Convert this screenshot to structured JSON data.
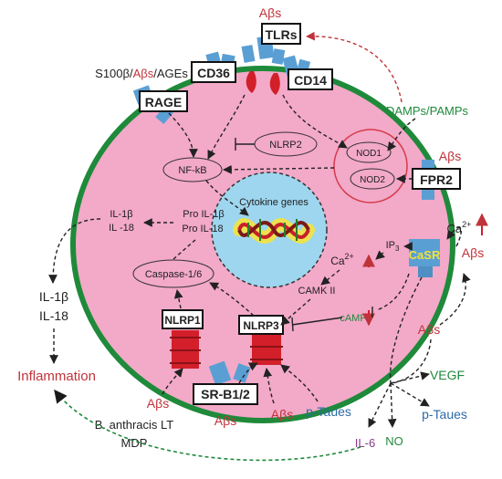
{
  "colors": {
    "cell_fill": "#f3a9c8",
    "membrane": "#1e8a3a",
    "nucleus": "#9ed6ef",
    "receptor_red": "#d21f2a",
    "receptor_blue": "#5a9fd4",
    "abeta_red": "#c0333a",
    "damps_green": "#1f8a3c",
    "ptaues_blue": "#2b6aa6"
  },
  "receptors": {
    "tlrs": "TLRs",
    "cd36": "CD36",
    "cd14": "CD14",
    "rage": "RAGE",
    "fpr2": "FPR2",
    "casr": "CaSR",
    "srb": "SR-B1/2",
    "nlrp1": "NLRP1",
    "nlrp3": "NLRP3"
  },
  "ligands": {
    "abeta_top": "Aβs",
    "rage_ligands": {
      "pre": "S100β/",
      "abeta": "Aβs",
      "post": "/AGEs"
    },
    "damps": "DAMPs/PAMPs",
    "abeta_fpr2": "Aβs",
    "abeta_casr": "Aβs",
    "abeta_right_low": "Aβs",
    "abeta_nlrp1": "Aβs",
    "bact": "B. anthracis LT",
    "mdp": "MDP",
    "abeta_srb": "Aβs",
    "abeta_nlrp3": "Aβs",
    "ptaues_nlrp3": "p-Taues"
  },
  "intracellular": {
    "nlrp2": "NLRP2",
    "nfkb": "NF-kB",
    "nod1": "NOD1",
    "nod2": "NOD2",
    "cytokine_genes": "Cytokine genes",
    "il1b": "IL-1β",
    "il18": "IL -18",
    "pro_il1b": "Pro IL-1β",
    "pro_il18": "Pro IL-18",
    "caspase": "Caspase-1/6",
    "ip3": "IP",
    "ip3_sub": "3",
    "ca_in": "Ca",
    "ca_in_sup": "2+",
    "camk": "CAMK II",
    "camp": "cAMP"
  },
  "extracellular": {
    "ca_out": "Ca",
    "ca_out_sup": "2+",
    "il1b_out": "IL-1β",
    "il18_out": "IL-18",
    "inflammation": "Inflammation",
    "vegf": "VEGF",
    "ptaues_out": "p-Taues",
    "il6": "IL-6",
    "no": "NO"
  }
}
